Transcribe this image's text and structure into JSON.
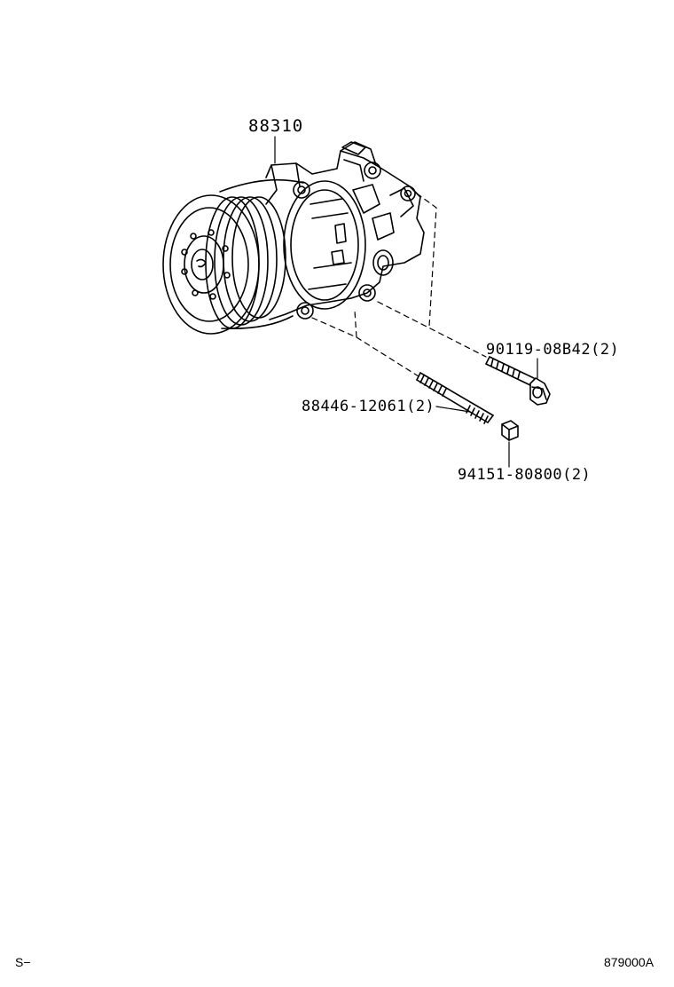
{
  "parts": {
    "compressor": "88310",
    "bolt": "90119-08B42(2)",
    "stud": "88446-12061(2)",
    "nut": "94151-80800(2)"
  },
  "footer": {
    "left": "S−",
    "right": "879000A"
  }
}
